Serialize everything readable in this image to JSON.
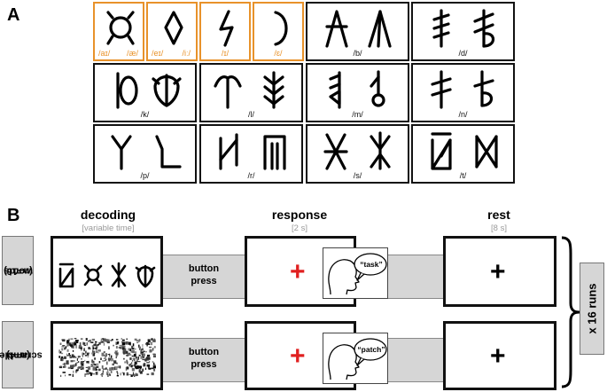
{
  "panel_a": {
    "letter": "A",
    "cells": [
      {
        "phonemes": [
          "/aɪ/",
          "/æ/"
        ],
        "orange": true
      },
      {
        "phonemes": [
          "/eɪ/",
          "/iː/"
        ],
        "orange": true
      },
      {
        "phonemes": [
          "/ɪ/"
        ],
        "orange": true
      },
      {
        "phonemes": [
          "/ɛ/"
        ],
        "orange": true
      },
      {
        "phonemes": [
          "/b/"
        ],
        "orange": false
      },
      {
        "phonemes": [
          "/d/"
        ],
        "orange": false
      },
      {
        "phonemes": [
          "/k/"
        ],
        "orange": false
      },
      {
        "phonemes": [
          "/l/"
        ],
        "orange": false
      },
      {
        "phonemes": [
          "/m/"
        ],
        "orange": false
      },
      {
        "phonemes": [
          "/n/"
        ],
        "orange": false
      },
      {
        "phonemes": [
          "/p/"
        ],
        "orange": false
      },
      {
        "phonemes": [
          "/r/"
        ],
        "orange": false
      },
      {
        "phonemes": [
          "/s/"
        ],
        "orange": false
      },
      {
        "phonemes": [
          "/t/"
        ],
        "orange": false
      }
    ]
  },
  "panel_b": {
    "letter": "B",
    "headers": {
      "decoding": "decoding",
      "decoding_time": "[variable time]",
      "response": "response",
      "response_time": "[2 s]",
      "rest": "rest",
      "rest_time": "[8 s]"
    },
    "rows": [
      {
        "label_line1": "words",
        "label_line2": "(n=16)",
        "button_line1": "button",
        "button_line2": "press",
        "spoken": "“task”"
      },
      {
        "label_line1": "scrambles",
        "label_line2": "(n=4)",
        "button_line1": "button",
        "button_line2": "press",
        "spoken": "“patch”"
      }
    ],
    "runs": "x 16 runs",
    "fixation": "+",
    "colors": {
      "response_cross": "#e02020",
      "rest_cross": "#000000",
      "vowel_border": "#e8922a"
    }
  }
}
